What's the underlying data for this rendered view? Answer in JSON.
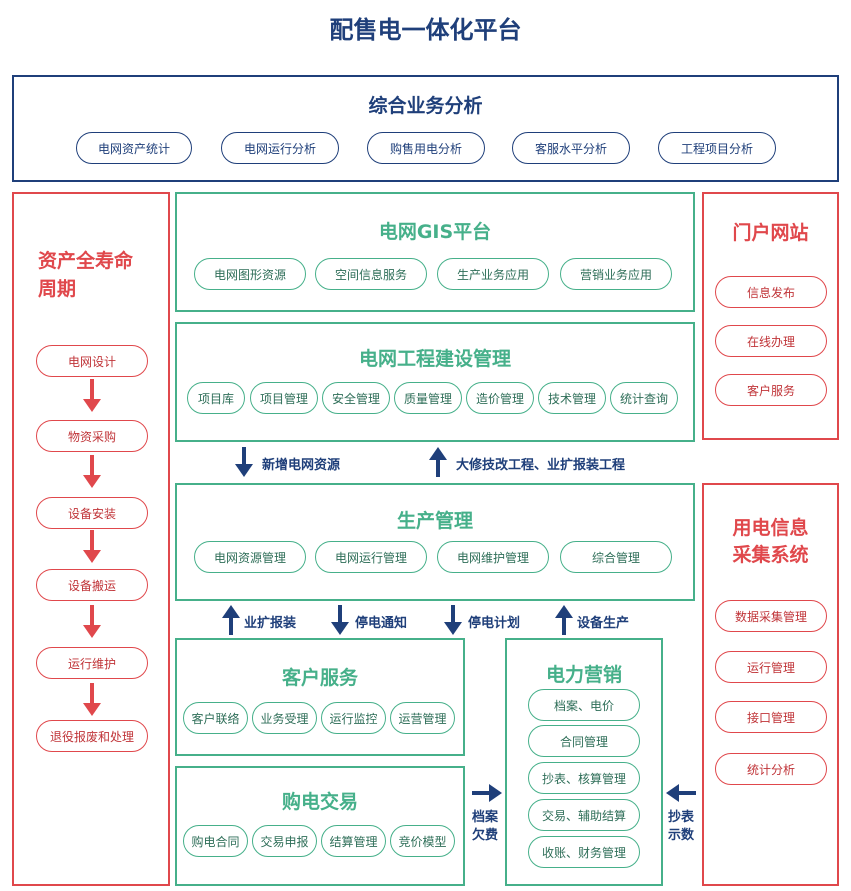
{
  "title": "配售电一体化平台",
  "analysis": {
    "title": "综合业务分析",
    "items": [
      "电网资产统计",
      "电网运行分析",
      "购售用电分析",
      "客服水平分析",
      "工程项目分析"
    ]
  },
  "asset": {
    "title_line1": "资产全寿命",
    "title_line2": "周期",
    "steps": [
      "电网设计",
      "物资采购",
      "设备安装",
      "设备搬运",
      "运行维护",
      "退役报废和处理"
    ]
  },
  "gis": {
    "title": "电网GIS平台",
    "items": [
      "电网图形资源",
      "空间信息服务",
      "生产业务应用",
      "营销业务应用"
    ]
  },
  "construction": {
    "title": "电网工程建设管理",
    "items": [
      "项目库",
      "项目管理",
      "安全管理",
      "质量管理",
      "造价管理",
      "技术管理",
      "统计查询"
    ]
  },
  "flow1": {
    "down_label": "新增电网资源",
    "up_label": "大修技改工程、业扩报装工程"
  },
  "production": {
    "title": "生产管理",
    "items": [
      "电网资源管理",
      "电网运行管理",
      "电网维护管理",
      "综合管理"
    ]
  },
  "flow2": {
    "a": "业扩报装",
    "b": "停电通知",
    "c": "停电计划",
    "d": "设备生产"
  },
  "customer": {
    "title": "客户服务",
    "items": [
      "客户联络",
      "业务受理",
      "运行监控",
      "运营管理"
    ]
  },
  "trade": {
    "title": "购电交易",
    "items": [
      "购电合同",
      "交易申报",
      "结算管理",
      "竞价模型"
    ]
  },
  "marketing": {
    "title": "电力营销",
    "items": [
      "档案、电价",
      "合同管理",
      "抄表、核算管理",
      "交易、辅助结算",
      "收账、财务管理"
    ]
  },
  "side_arrows": {
    "left_l1": "档案",
    "left_l2": "欠费",
    "right_l1": "抄表",
    "right_l2": "示数"
  },
  "portal": {
    "title": "门户网站",
    "items": [
      "信息发布",
      "在线办理",
      "客户服务"
    ]
  },
  "collect": {
    "title_line1": "用电信息",
    "title_line2": "采集系统",
    "items": [
      "数据采集管理",
      "运行管理",
      "接口管理",
      "统计分析"
    ]
  },
  "colors": {
    "navy": "#1f3f7a",
    "green": "#46b08a",
    "red": "#e0484c"
  }
}
